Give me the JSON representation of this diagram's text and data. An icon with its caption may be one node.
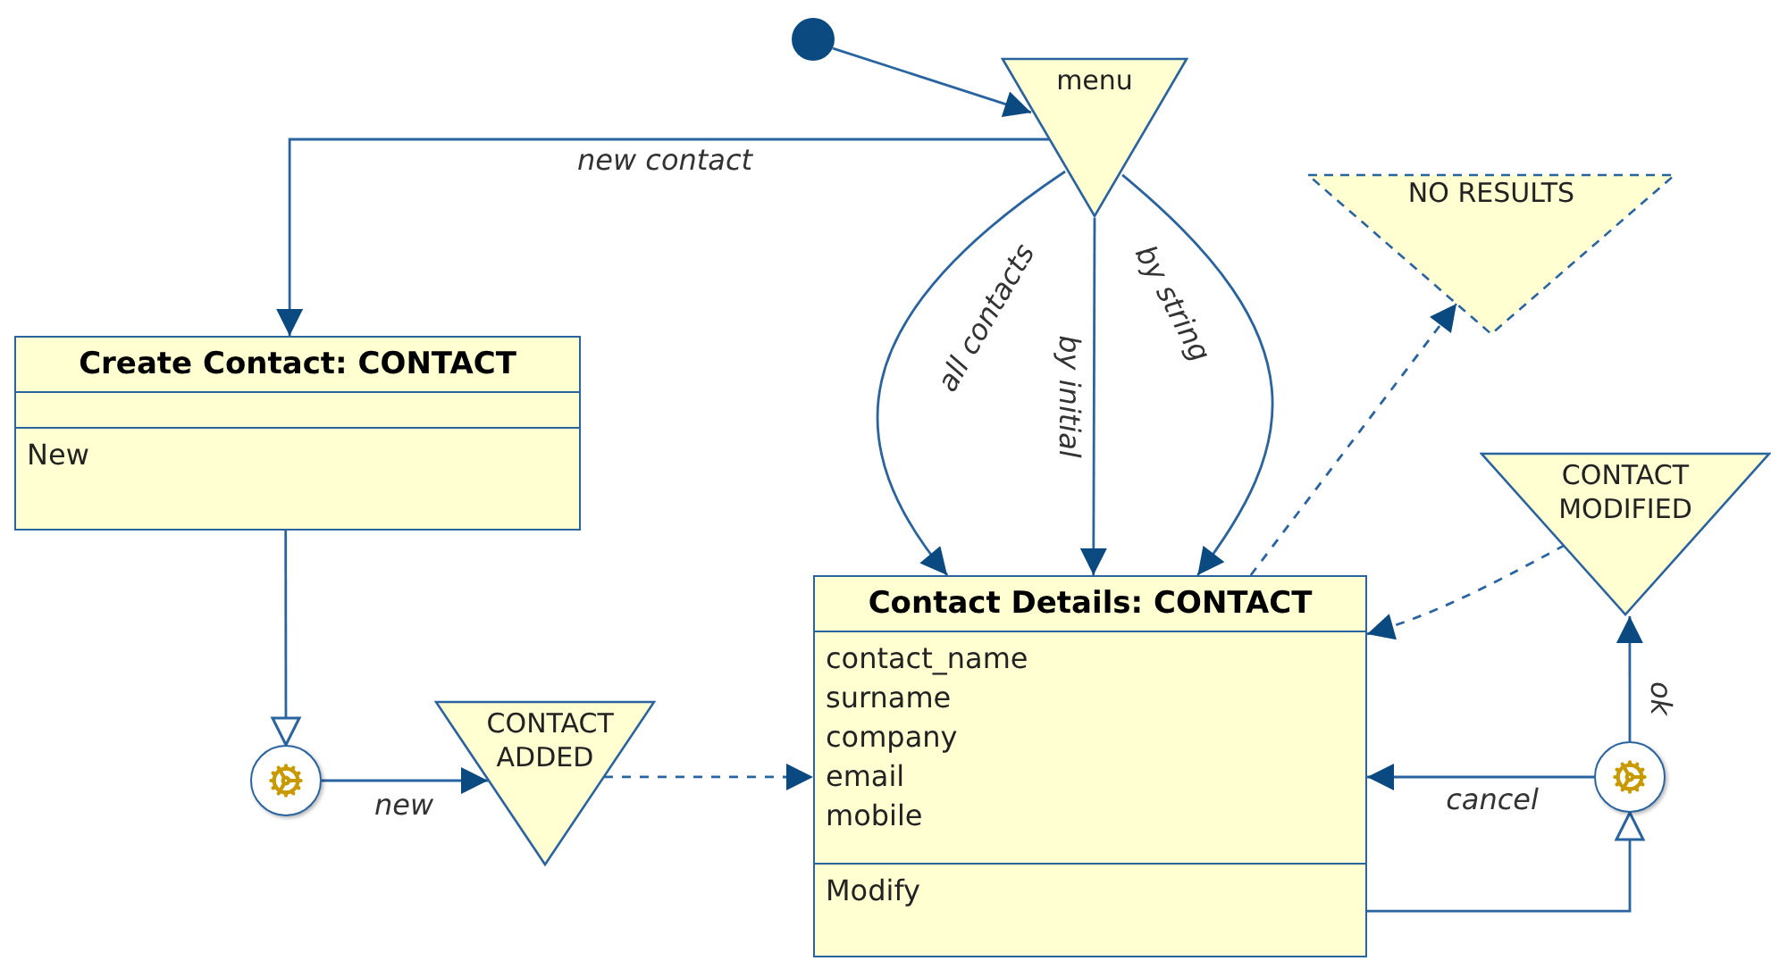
{
  "diagram": {
    "nodes": [
      {
        "text": [],
        "shape": "dot"
      },
      {
        "text": [
          "menu"
        ]
      },
      {
        "text": [
          "NO RESULTS"
        ]
      },
      {
        "text": [
          "Create Contact: CONTACT",
          "New"
        ]
      },
      {
        "text": [
          "CONTACT MODIFIED"
        ]
      },
      {
        "text": [
          "Contact Details: CONTACT",
          "contact_name",
          "surname",
          "company",
          "email",
          "mobile",
          "Modify"
        ]
      },
      {
        "text": [],
        "shape": "circle"
      },
      {
        "text": [
          "CONTACT ADDED"
        ]
      },
      {
        "text": [],
        "shape": "circle"
      }
    ],
    "edges": [
      {
        "from": 0,
        "to": 1,
        "arrow": "to"
      },
      {
        "from": 1,
        "to": 3,
        "arrow": "to",
        "label": "new contact"
      },
      {
        "from": 1,
        "to": 5,
        "arrow": "to",
        "label": "all contacts"
      },
      {
        "from": 1,
        "to": 5,
        "arrow": "to",
        "label": "by initial"
      },
      {
        "from": 1,
        "to": 5,
        "arrow": "to",
        "label": "by string"
      },
      {
        "from": 5,
        "to": 2,
        "arrow": "to",
        "style": "dashed"
      },
      {
        "from": 4,
        "to": 5,
        "arrow": "to",
        "style": "dashed"
      },
      {
        "from": 3,
        "to": 6,
        "arrow": "to"
      },
      {
        "from": 6,
        "to": 7,
        "arrow": "to",
        "label": "new"
      },
      {
        "from": 7,
        "to": 5,
        "arrow": "to",
        "style": "dashed"
      },
      {
        "from": 5,
        "to": 8,
        "arrow": "to"
      },
      {
        "from": 8,
        "to": 5,
        "arrow": "to",
        "label": "cancel"
      },
      {
        "from": 8,
        "to": 4,
        "arrow": "to",
        "label": "ok"
      }
    ]
  }
}
